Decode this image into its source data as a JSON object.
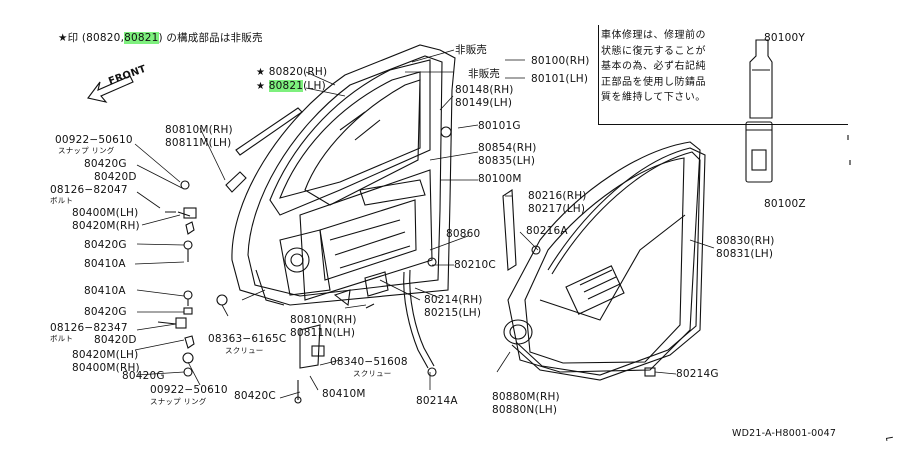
{
  "header": {
    "star": "★",
    "mark": "印",
    "open": " (80820,",
    "hl": "80821",
    "close": ")",
    "note": " の構成部品は非販売"
  },
  "note_box": [
    "車体修理は、修理前の",
    "状態に復元することが",
    "基本の為、必ず右記純",
    "正部品を使用し防錆品",
    "質を維持して下さい。"
  ],
  "front_label": "FRONT",
  "diagram_code": "WD21-A-H8001-0047",
  "parts": {
    "p80100y": "80100Y",
    "p80100z": "80100Z",
    "hihanbai1": "非販売",
    "hihanbai2": "非販売",
    "p80100": "80100(RH)",
    "p80101": "80101(LH)",
    "p80148": "80148(RH)",
    "p80149": "80149(LH)",
    "p80101g": "80101G",
    "p80854": "80854(RH)",
    "p80835": "80835(LH)",
    "p80100m": "80100M",
    "p80216": "80216(RH)",
    "p80217": "80217(LH)",
    "p80216a": "80216A",
    "p80860": "80860",
    "p80210c": "80210C",
    "p80830": "80830(RH)",
    "p80831": "80831(LH)",
    "p80214": "80214(RH)",
    "p80215": "80215(LH)",
    "p80214g": "80214G",
    "p80810n": "80810N(RH)",
    "p80811n": "80811N(LH)",
    "p08340": "08340−51608",
    "p08340sub": "スクリュー",
    "p80880m": "80880M(RH)",
    "p80880n": "80880N(LH)",
    "p80214a": "80214A",
    "p80410m": "80410M",
    "p80420c": "80420C",
    "p08363": "08363−6165C",
    "p08363sub": "スクリュー",
    "p80820star": "★",
    "p80820": "80820(RH)",
    "p80821star": "★",
    "p80821": "80821",
    "p80821lh": "(LH)",
    "p80810m": "80810M(RH)",
    "p80811m": "80811M(LH)",
    "p00922a": "00922−50610",
    "p00922asub": "スナップ  リング",
    "p80420g1": "80420G",
    "p80420d1": "80420D",
    "p08126a": "08126−82047",
    "p08126asub": "ボルト",
    "p80400mlh": "80400M(LH)",
    "p80420mrh": "80420M(RH)",
    "p80420g2": "80420G",
    "p80410a1": "80410A",
    "p80410a2": "80410A",
    "p80420g3": "80420G",
    "p08126b": "08126−82347",
    "p08126bsub": "ボルト",
    "p80420d2": "80420D",
    "p80420mlh": "80420M(LH)",
    "p80400mrh": "80400M(RH)",
    "p80420g4": "80420G",
    "p00922b": "00922−50610",
    "p00922bsub": "スナップ  リング"
  }
}
